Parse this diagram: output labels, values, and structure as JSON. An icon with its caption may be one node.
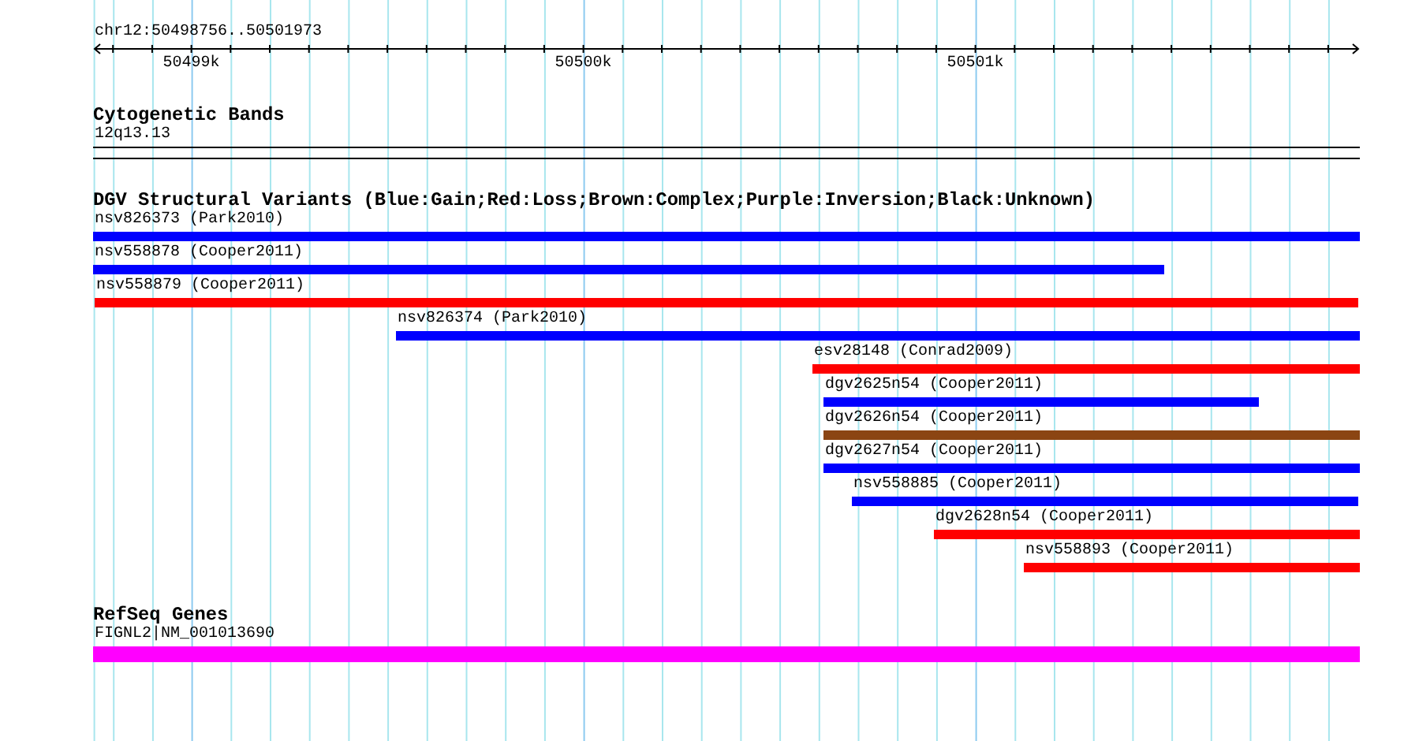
{
  "diagram": {
    "title": "chr12:50498756..50501973",
    "nodes": [
      {
        "text": [
          "12q13.13"
        ]
      },
      {
        "text": [
          "nsv826373 (Park2010)"
        ]
      },
      {
        "text": [
          "nsv558878 (Cooper2011)"
        ]
      },
      {
        "text": [
          "nsv558879 (Cooper2011)"
        ]
      },
      {
        "text": [
          "nsv826374 (Park2010)"
        ]
      },
      {
        "text": [
          "esv28148 (Conrad2009)"
        ]
      },
      {
        "text": [
          "dgv2625n54 (Cooper2011)"
        ]
      },
      {
        "text": [
          "dgv2626n54 (Cooper2011)"
        ]
      },
      {
        "text": [
          "dgv2627n54 (Cooper2011)"
        ]
      },
      {
        "text": [
          "nsv558885 (Cooper2011)"
        ]
      },
      {
        "text": [
          "dgv2628n54 (Cooper2011)"
        ]
      },
      {
        "text": [
          "nsv558893 (Cooper2011)"
        ]
      },
      {
        "text": [
          "FIGNL2|NM_001013690"
        ]
      }
    ],
    "labels": [
      "50499k",
      "50500k",
      "50501k",
      "Cytogenetic Bands",
      "DGV Structural Variants (Blue:Gain;Red:Loss;Brown:Complex;Purple:Inversion;Black:Unknown)",
      "RefSeq Genes"
    ]
  }
}
